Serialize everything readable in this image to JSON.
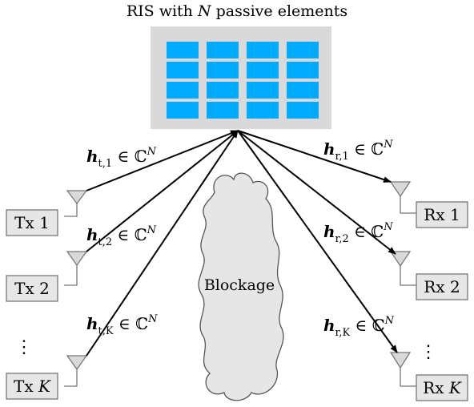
{
  "ris": {
    "title_prefix": "RIS with ",
    "title_var": "N",
    "title_suffix": " passive elements",
    "grid": {
      "rows": 4,
      "cols": 4
    },
    "panel_color": "#d9d9d9",
    "element_color": "#00aaff"
  },
  "blockage": {
    "label": "Blockage",
    "fill": "#e6e6e6"
  },
  "transmitters": [
    {
      "prefix": "Tx ",
      "index": "1"
    },
    {
      "prefix": "Tx ",
      "index": "2"
    },
    {
      "prefix": "Tx ",
      "index": "K"
    }
  ],
  "receivers": [
    {
      "prefix": "Rx ",
      "index": "1"
    },
    {
      "prefix": "Rx ",
      "index": "2"
    },
    {
      "prefix": "Rx ",
      "index": "K"
    }
  ],
  "channels_tx": [
    {
      "symbol": "h",
      "sub": "t,1",
      "rel": " ∈ ℂ",
      "sup": "N"
    },
    {
      "symbol": "h",
      "sub": "t,2",
      "rel": " ∈ ℂ",
      "sup": "N"
    },
    {
      "symbol": "h",
      "sub": "t,K",
      "rel": " ∈ ℂ",
      "sup": "N"
    }
  ],
  "channels_rx": [
    {
      "symbol": "h",
      "sub": "r,1",
      "rel": " ∈ ℂ",
      "sup": "N"
    },
    {
      "symbol": "h",
      "sub": "r,2",
      "rel": " ∈ ℂ",
      "sup": "N"
    },
    {
      "symbol": "h",
      "sub": "r,K",
      "rel": " ∈ ℂ",
      "sup": "N"
    }
  ],
  "ellipsis": "⋮",
  "colors": {
    "box_fill": "#e6e6e6",
    "stroke": "#777777"
  }
}
